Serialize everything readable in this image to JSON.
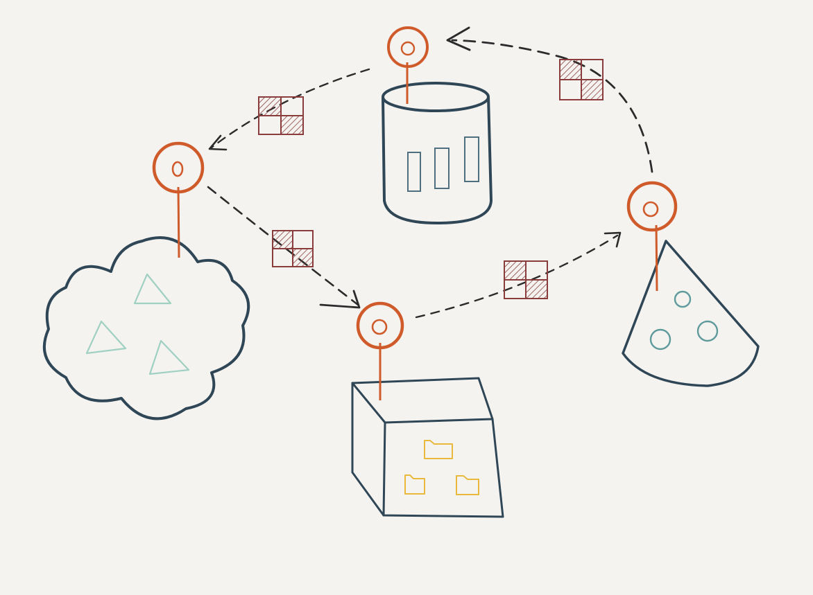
{
  "diagram": {
    "colors": {
      "background": "#f4f3f0",
      "outline": "#2f4656",
      "pin": "#cf5a2a",
      "packet": "#8a3b3b",
      "flow_arrow": "#2b2b2b",
      "storage_bars": "#4e6f7f",
      "triangles": "#9fd0c2",
      "folders": "#e8b93a",
      "cone_dots": "#5f9a9c"
    },
    "nodes": [
      {
        "id": "storage",
        "shape": "cylinder",
        "icon": "bar-chart-icon",
        "pin": true
      },
      {
        "id": "cloud",
        "shape": "cloud",
        "icon": "triangle-icon",
        "pin": true
      },
      {
        "id": "server",
        "shape": "box",
        "icon": "folder-icon",
        "pin": true
      },
      {
        "id": "cone",
        "shape": "cone",
        "icon": "ring-icon",
        "pin": true
      }
    ],
    "flows": [
      {
        "from": "storage",
        "to": "cloud",
        "packet": "grid-packet-icon"
      },
      {
        "from": "cloud",
        "to": "server",
        "packet": "grid-packet-icon"
      },
      {
        "from": "server",
        "to": "cone",
        "packet": "grid-packet-icon"
      },
      {
        "from": "cone",
        "to": "storage",
        "packet": "grid-packet-icon"
      }
    ]
  }
}
